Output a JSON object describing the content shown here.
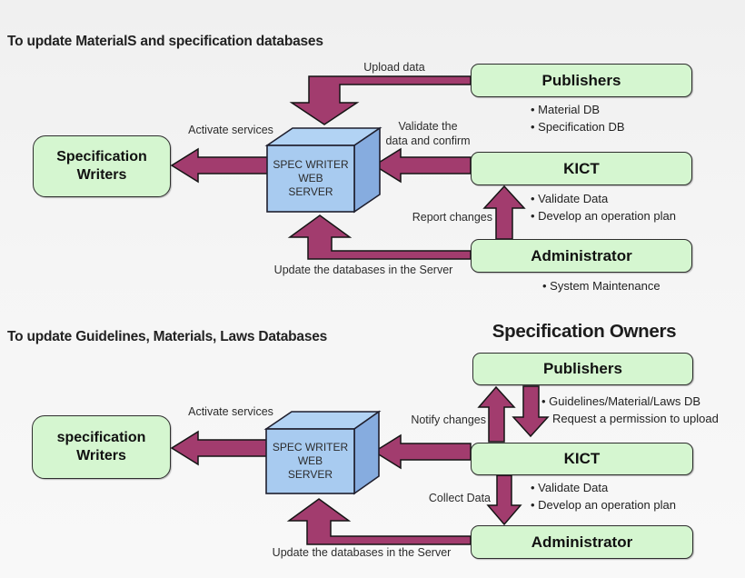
{
  "colors": {
    "arrow_fill": "#a23c6e",
    "arrow_outline": "#151515",
    "box_fill": "#d5f6d0",
    "box_border": "#2e2e2e",
    "cube_front": "#a8cbf0",
    "cube_top": "#b2d3f4",
    "cube_side": "#86acdf",
    "background": "#f3f3f3"
  },
  "top": {
    "title": "To update MaterialS and specification databases",
    "publishers": {
      "label": "Publishers",
      "bullet1": "• Material DB",
      "bullet2": "• Specification DB"
    },
    "kict": {
      "label": "KICT",
      "bullet1": "• Validate Data",
      "bullet2": "• Develop an operation plan"
    },
    "administrator": {
      "label": "Administrator",
      "bullet1": "• System Maintenance"
    },
    "writers": {
      "line1": "Specification",
      "line2": "Writers"
    },
    "server": {
      "line1": "SPEC WRITER",
      "line2": "WEB",
      "line3": "SERVER"
    },
    "labels": {
      "upload": "Upload data",
      "activate": "Activate services",
      "validate_line1": "Validate the",
      "validate_line2": "data and confirm",
      "report": "Report changes",
      "update": "Update the databases in the Server"
    }
  },
  "bottom": {
    "title": "To update Guidelines, Materials, Laws Databases",
    "heading": "Specification Owners",
    "publishers": {
      "label": "Publishers",
      "bullet1": "• Guidelines/Material/Laws DB",
      "note": "Request a permission to upload"
    },
    "kict": {
      "label": "KICT",
      "bullet1": "• Validate Data",
      "bullet2": "• Develop an operation plan"
    },
    "administrator": {
      "label": "Administrator"
    },
    "writers": {
      "line1": "specification",
      "line2": "Writers"
    },
    "server": {
      "line1": "SPEC WRITER",
      "line2": "WEB",
      "line3": "SERVER"
    },
    "labels": {
      "notify": "Notify changes",
      "activate": "Activate services",
      "collect": "Collect Data",
      "update": "Update the databases in the Server"
    }
  }
}
